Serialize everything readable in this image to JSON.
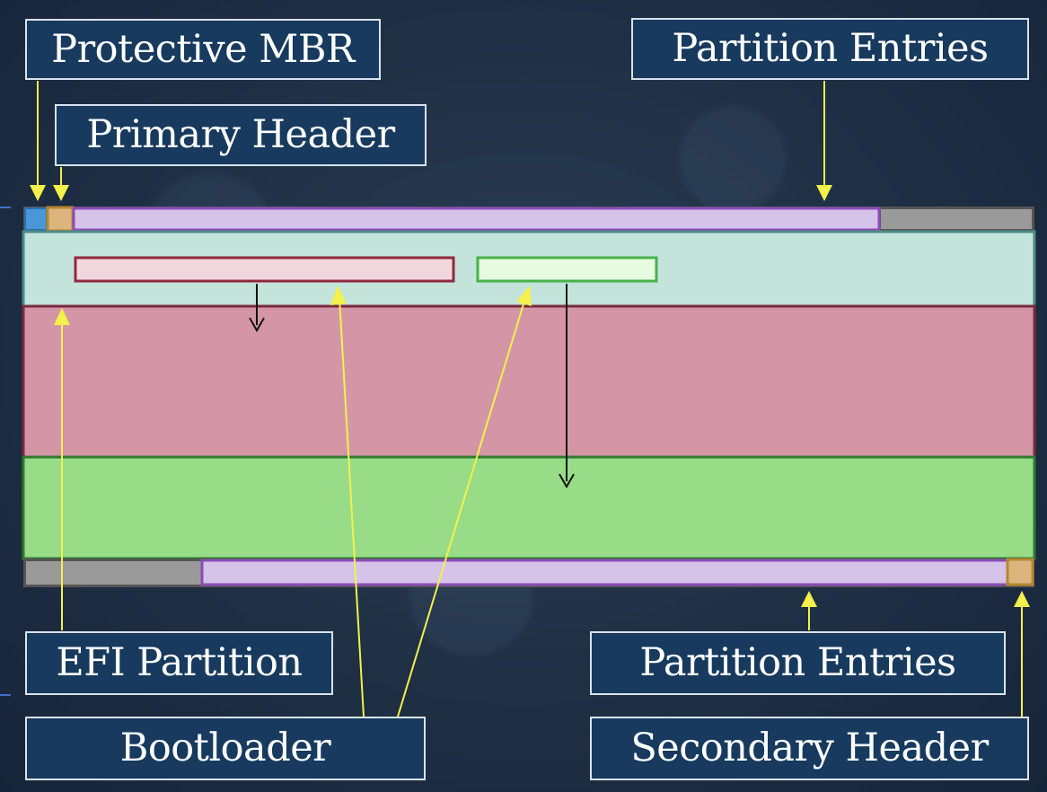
{
  "labels": {
    "protective_mbr": "Protective MBR",
    "partition_entries_top": "Partition Entries",
    "primary_header": "Primary Header",
    "efi_partition": "EFI Partition",
    "bootloader": "Bootloader",
    "partition_entries_bottom": "Partition Entries",
    "secondary_header": "Secondary Header"
  },
  "colors": {
    "label_fill": "#173a5e",
    "label_border": "#d9e2ec",
    "protective_mbr": "#4a97d8",
    "header_block": "#dcb57e",
    "partition_entries": "#d6c3ea",
    "partition_entries_border": "#8b4db8",
    "unused_space": "#9a9a9a",
    "efi_partition": "#c3e3db",
    "bootloader_box_1": "#f0d8de",
    "bootloader_box_2": "#e6fbe0",
    "middle_partition_1": "#d496a7",
    "middle_partition_2": "#98dc88",
    "pointer_arrow": "#f3f14a"
  }
}
